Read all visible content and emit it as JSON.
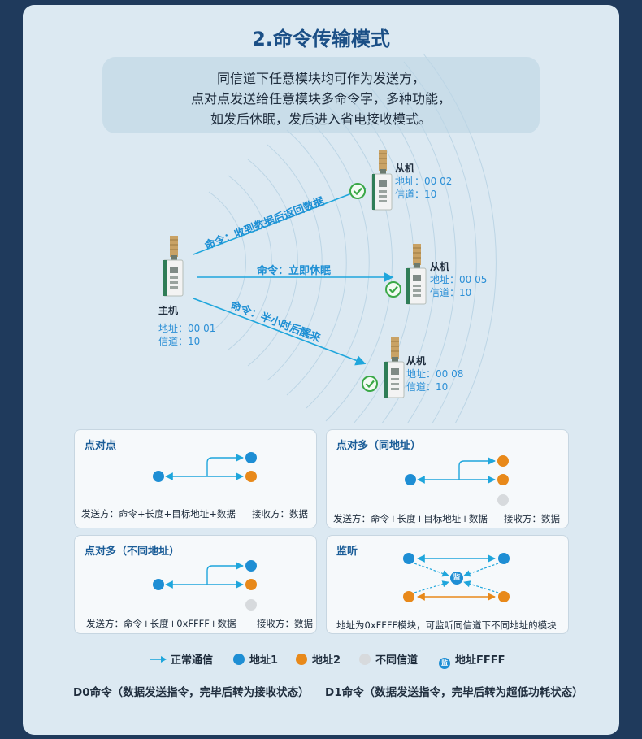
{
  "title": "2.命令传输模式",
  "intro": [
    "同信道下任意模块均可作为发送方，",
    "点对点发送给任意模块多命令字，多种功能，",
    "如发后休眠，发后进入省电接收模式。"
  ],
  "colors": {
    "blue": "#1e8ed4",
    "orange": "#e8891a",
    "gray": "#d7dadd",
    "arrow": "#1fa6dc",
    "check": "#3aa847"
  },
  "master": {
    "name": "主机",
    "addr": "地址：00 01",
    "chan": "信道：10"
  },
  "slaves": [
    {
      "name": "从机",
      "addr": "地址：00 02",
      "chan": "信道：10"
    },
    {
      "name": "从机",
      "addr": "地址：00 05",
      "chan": "信道：10"
    },
    {
      "name": "从机",
      "addr": "地址：00 08",
      "chan": "信道：10"
    }
  ],
  "commands": [
    "命令：收到数据后返回数据",
    "命令：立即休眠",
    "命令：半小时后醒来"
  ],
  "cards": [
    {
      "title": "点对点",
      "left": "发送方：命令+长度+目标地址+数据",
      "right": "接收方：数据"
    },
    {
      "title": "点对多（同地址）",
      "left": "发送方：命令+长度+目标地址+数据",
      "right": "接收方：数据"
    },
    {
      "title": "点对多（不同地址）",
      "left": "发送方：命令+长度+0xFFFF+数据",
      "right": "接收方：数据"
    },
    {
      "title": "监听",
      "left": "地址为0xFFFF模块，可监听同信道下不同地址的模块",
      "badge": "监"
    }
  ],
  "legend": {
    "normal": "正常通信",
    "addr1": "地址1",
    "addr2": "地址2",
    "diff": "不同信道",
    "ffff": "地址FFFF",
    "badge": "监"
  },
  "footer": {
    "d0": "D0命令（数据发送指令，完毕后转为接收状态）",
    "d1": "D1命令（数据发送指令，完毕后转为超低功耗状态）"
  }
}
